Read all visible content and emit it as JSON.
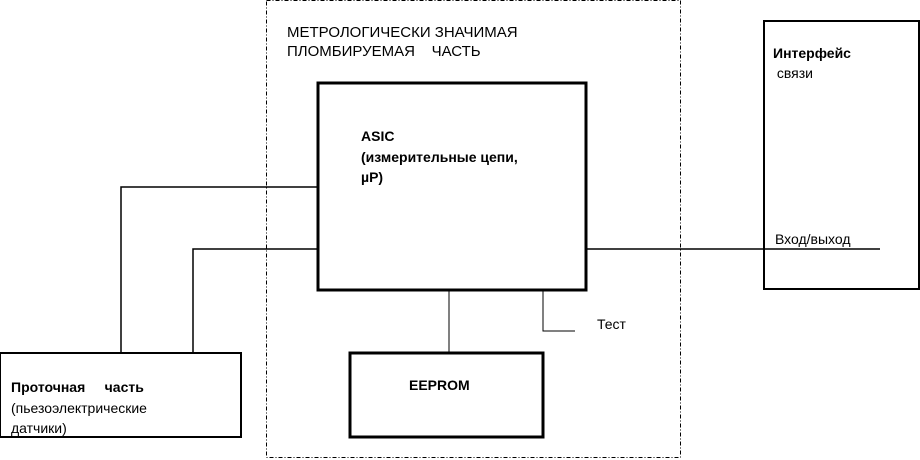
{
  "sealed_zone": {
    "line1": "МЕТРОЛОГИЧЕСКИ ЗНАЧИМАЯ",
    "line2": "ПЛОМБИРУЕМАЯ    ЧАСТЬ"
  },
  "asic": {
    "title": "ASIC",
    "line2": "(измерительные цепи,",
    "line3": "µP)"
  },
  "eeprom": {
    "title": "EEPROM"
  },
  "flow_part": {
    "title": "Проточная     часть",
    "line2": "(пьезоэлектрические",
    "line3": "датчики)"
  },
  "interface": {
    "title": "Интерфейс",
    "line2": " связи",
    "io_label": "Вход/выход"
  },
  "test": {
    "label": "Тест"
  }
}
